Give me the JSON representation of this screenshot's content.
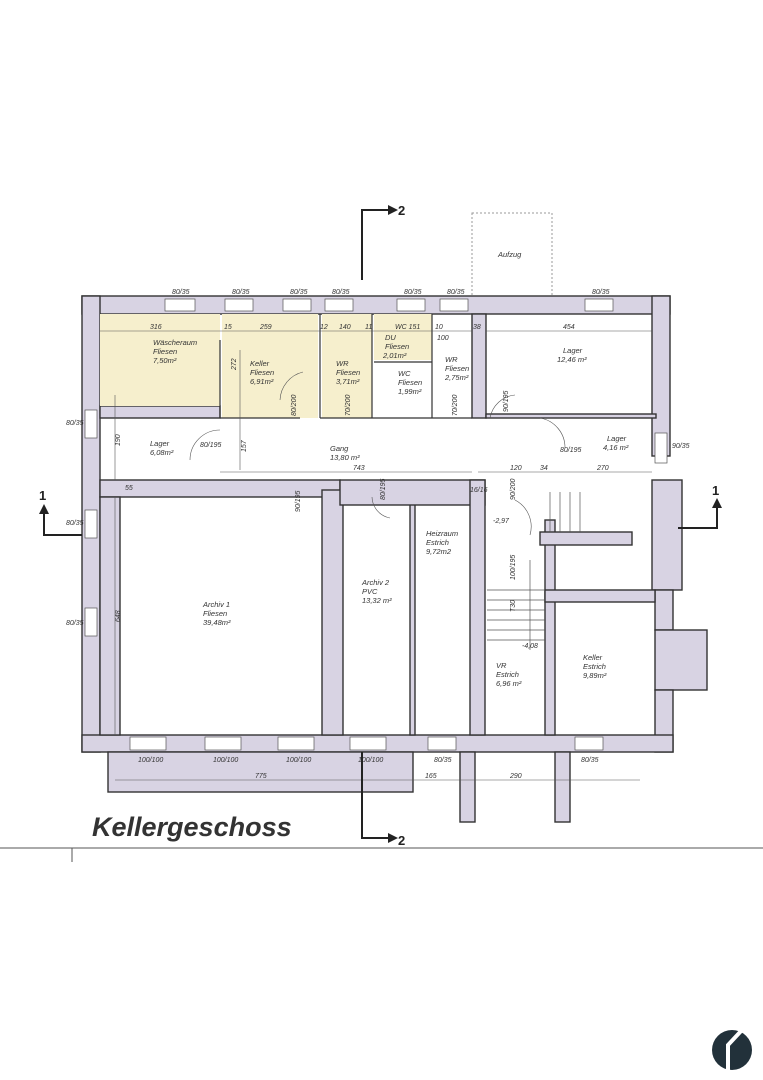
{
  "plan": {
    "title": "Kellergeschoss",
    "section_marks": {
      "s1": "1",
      "s2": "2"
    },
    "rooms": {
      "waescheraum": [
        "Wäscheraum",
        "Fliesen",
        "7,50m²"
      ],
      "keller1": [
        "Keller",
        "Fliesen",
        "6,91m²"
      ],
      "wr1": [
        "WR",
        "Fliesen",
        "3,71m²"
      ],
      "du": [
        "DU",
        "Fliesen",
        "2,01m²"
      ],
      "wc": [
        "WC",
        "Fliesen",
        "1,99m²"
      ],
      "wr2": [
        "WR",
        "Fliesen",
        "2,75m²"
      ],
      "lager_big": [
        "Lager",
        "12,46 m²"
      ],
      "lager_left": [
        "Lager",
        "6,08m²"
      ],
      "gang": [
        "Gang",
        "13,80 m²"
      ],
      "lager_small": [
        "Lager",
        "4,16 m²"
      ],
      "archiv1": [
        "Archiv 1",
        "Fliesen",
        "39,48m²"
      ],
      "archiv2": [
        "Archiv 2",
        "PVC",
        "13,32 m²"
      ],
      "heizraum": [
        "Heizraum",
        "Estrich",
        "9,72m2"
      ],
      "vr": [
        "VR",
        "Estrich",
        "6,96 m²"
      ],
      "keller2": [
        "Keller",
        "Estrich",
        "9,89m²"
      ],
      "aufzug": [
        "Aufzug"
      ]
    },
    "dims": {
      "d316": "316",
      "d15": "15",
      "d259": "259",
      "d12": "12",
      "d140": "140",
      "d11": "11",
      "d151": "WC 151",
      "d10": "10",
      "d100": "100",
      "d38": "38",
      "d454": "454",
      "d272": "272",
      "d190": "190",
      "d157": "157",
      "d743": "743",
      "d120": "120",
      "d34": "34",
      "d270": "270",
      "d648": "648",
      "d55": "55",
      "d775": "775",
      "d165": "165",
      "d290": "290",
      "lev1": "-2,97",
      "lev2": "-4,08",
      "t30": "T30",
      "win_top": "80/35",
      "win_side": "90/35",
      "win_bottom": "100/100",
      "door_80_195": "80/195",
      "door_90_195": "90/195",
      "door_80_200": "80/200",
      "door_70_200": "70/200",
      "door_90_200": "90/200",
      "door_100_195": "100/195",
      "chimney": "16/16"
    }
  }
}
